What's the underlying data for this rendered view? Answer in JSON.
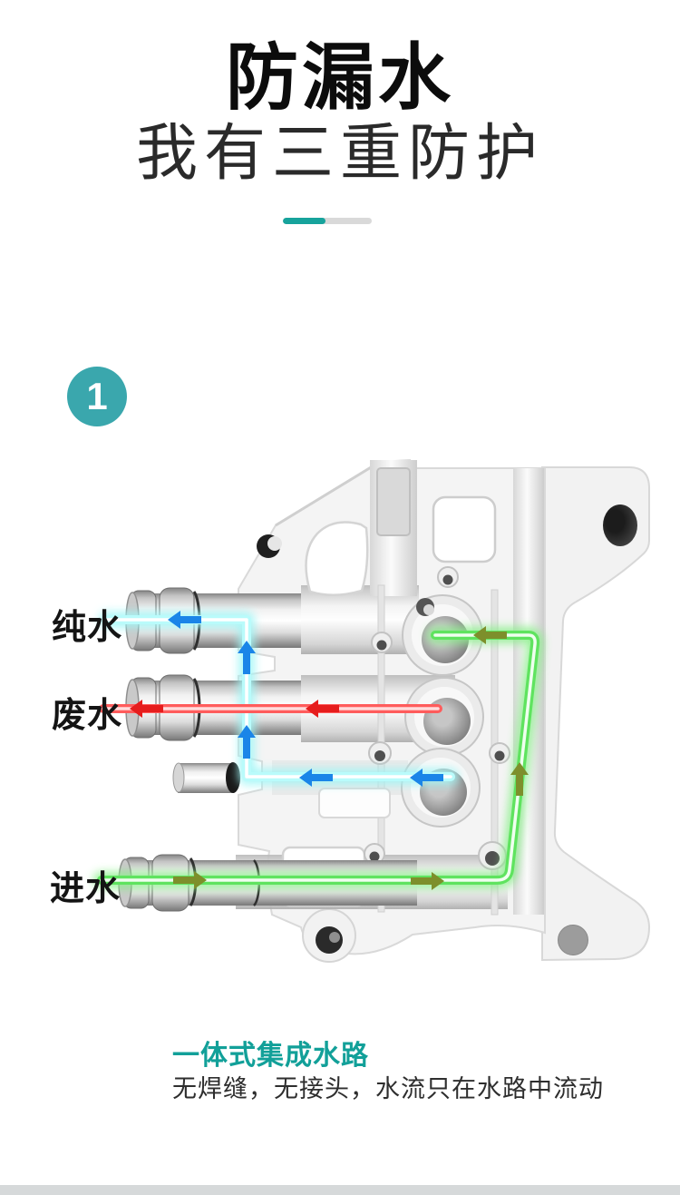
{
  "header": {
    "title": "防漏水",
    "subtitle": "我有三重防护"
  },
  "divider": {
    "teal_color": "#17a39c",
    "gray_color": "#d9d9d9"
  },
  "step": {
    "badge_number": "1",
    "badge_color": "#3aa7ad"
  },
  "diagram": {
    "labels": {
      "pure_water": "纯水",
      "waste_water": "废水",
      "inlet_water": "进水"
    },
    "flow_colors": {
      "pure_water_line": "#9ff6f6",
      "pure_water_arrow": "#1a85e8",
      "waste_water_line": "#ff6060",
      "waste_water_arrow": "#e61d1d",
      "inlet_water_line": "#5fe35f",
      "inlet_water_arrow": "#7d8f2b"
    }
  },
  "feature": {
    "title": "一体式集成水路",
    "description": "无焊缝，无接头，水流只在水路中流动"
  },
  "footer": {
    "bar_color": "#d6d9da"
  }
}
